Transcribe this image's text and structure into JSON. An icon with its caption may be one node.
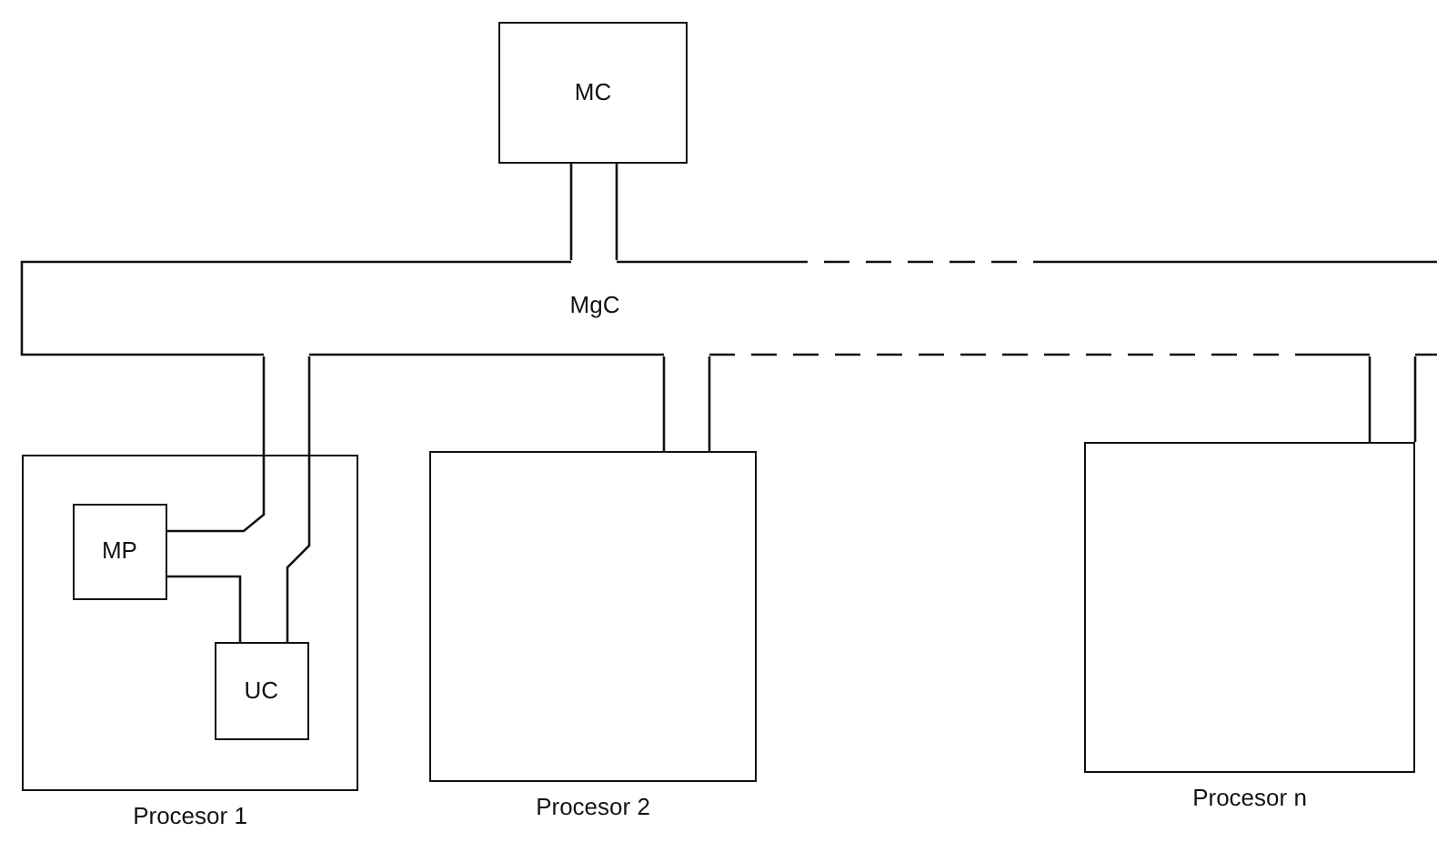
{
  "diagram": {
    "nodes": [
      {
        "text": [
          "MC"
        ]
      },
      {
        "text": [
          "MgC"
        ]
      },
      {
        "text": [
          "Procesor 1"
        ]
      },
      {
        "text": [
          "MP"
        ],
        "in": 2
      },
      {
        "text": [
          "UC"
        ],
        "in": 2
      },
      {
        "text": [
          "Procesor 2"
        ]
      },
      {
        "text": [
          "Procesor n"
        ]
      }
    ],
    "edges": [
      {
        "from": 0,
        "to": 1,
        "arrow": "none"
      },
      {
        "from": 1,
        "to": 3,
        "arrow": "none"
      },
      {
        "from": 1,
        "to": 4,
        "arrow": "none"
      },
      {
        "from": 1,
        "to": 5,
        "arrow": "none"
      },
      {
        "from": 1,
        "to": 6,
        "arrow": "none"
      }
    ]
  }
}
